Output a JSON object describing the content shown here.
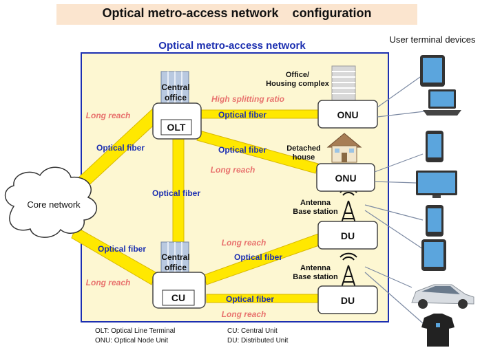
{
  "title": "Optical metro-access network    configuration",
  "network_label": "Optical metro-access network",
  "user_terminal_label": "User terminal devices",
  "core_network_label": "Core network",
  "nodes": {
    "olt": "OLT",
    "cu": "CU",
    "onu_office": "ONU",
    "onu_house": "ONU",
    "du_top": "DU",
    "du_bottom": "DU"
  },
  "building_labels": {
    "central_office_top": [
      "Central",
      "office"
    ],
    "central_office_bottom": [
      "Central",
      "office"
    ],
    "office_housing": [
      "Office/",
      "Housing complex"
    ],
    "detached_house": [
      "Detached",
      "house"
    ],
    "antenna_top": [
      "Antenna",
      "Base station"
    ],
    "antenna_bottom": [
      "Antenna",
      "Base station"
    ]
  },
  "link_labels": {
    "fiber": "Optical fiber",
    "long_reach": "Long reach",
    "high_splitting": "High splitting ratio"
  },
  "legend": {
    "olt": "OLT: Optical   Line Terminal",
    "onu": "ONU: Optical Node Unit",
    "cu": "CU: Central Unit",
    "du": "DU:  Distributed Unit"
  },
  "colors": {
    "region_fill": "#fdf7d2",
    "region_border": "#1c2fb0",
    "fiber": "#ffe800",
    "blue_text": "#1c2fb0",
    "red_text": "#e8736e",
    "title_bg": "#fbe5cf"
  }
}
